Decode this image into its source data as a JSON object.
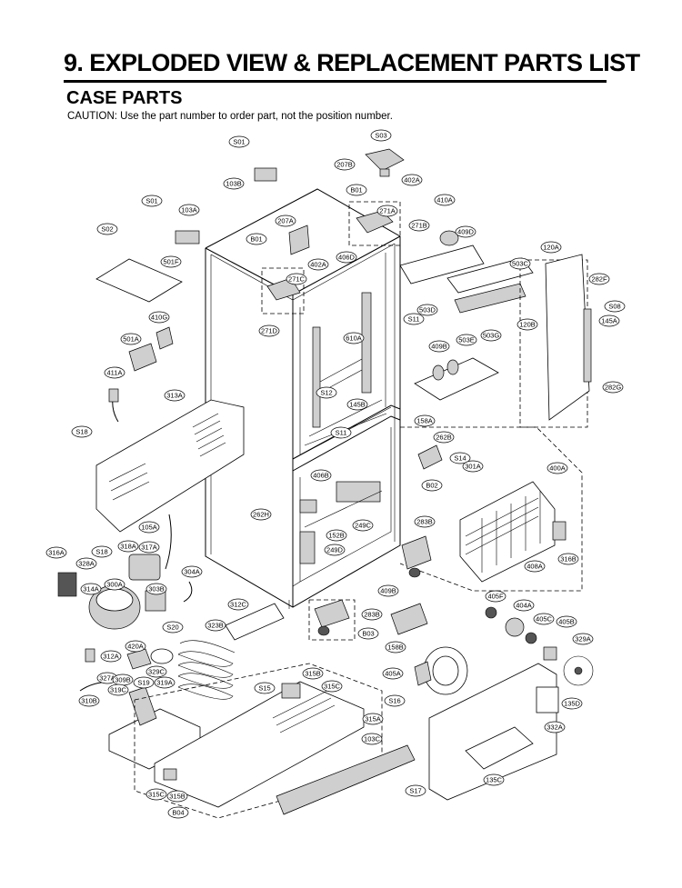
{
  "header": {
    "title": "9. EXPLODED VIEW & REPLACEMENT PARTS LIST",
    "subtitle": "CASE PARTS",
    "caution": "CAUTION: Use the part number to order part, not the position number."
  },
  "part_labels": [
    "S01",
    "S03",
    "207B",
    "402A",
    "103B",
    "B01",
    "410A",
    "271A",
    "207A",
    "271B",
    "S01",
    "103A",
    "B01",
    "409D",
    "S02",
    "402A",
    "406D",
    "120A",
    "501F",
    "271C",
    "503C",
    "282F",
    "S08",
    "410G",
    "503D",
    "S11",
    "120B",
    "145A",
    "271D",
    "501A",
    "610A",
    "503E",
    "503G",
    "409B",
    "411A",
    "313A",
    "S12",
    "145B",
    "282G",
    "158A",
    "S11",
    "S18",
    "262B",
    "S14",
    "301A",
    "400A",
    "406B",
    "B02",
    "262H",
    "249C",
    "152B",
    "283B",
    "105A",
    "249D",
    "316A",
    "S18",
    "328A",
    "318A",
    "317A",
    "316B",
    "304A",
    "408A",
    "300A",
    "314A",
    "303B",
    "405F",
    "409B",
    "404A",
    "312C",
    "283B",
    "405C",
    "405B",
    "323B",
    "S20",
    "B03",
    "158B",
    "420A",
    "329A",
    "312A",
    "327A",
    "309B",
    "S19",
    "319A",
    "329C",
    "405A",
    "315B",
    "315C",
    "319C",
    "S15",
    "S16",
    "135D",
    "310B",
    "315A",
    "332A",
    "103C",
    "135C",
    "S17",
    "315C",
    "315B",
    "B04"
  ]
}
